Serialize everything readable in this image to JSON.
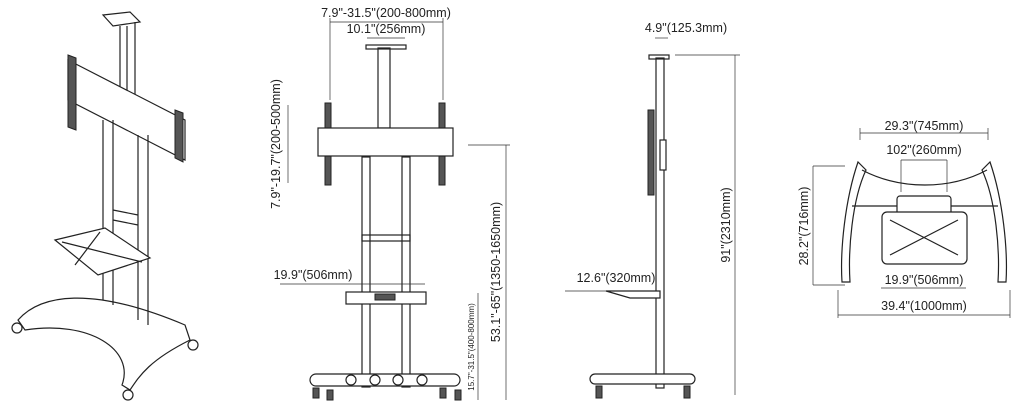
{
  "front_view": {
    "vesa_width": "7.9\"-31.5\"(200-800mm)",
    "bracket_width": "10.1\"(256mm)",
    "vesa_height": "7.9\"-19.7\"(200-500mm)",
    "shelf_width": "19.9\"(506mm)",
    "shelf_height": "15.7\"-31.5\"(400-800mm)",
    "mount_height": "53.1\"-65\"(1350-1650mm)"
  },
  "side_view": {
    "top_depth": "4.9\"(125.3mm)",
    "shelf_depth": "12.6\"(320mm)",
    "total_height": "91\"(2310mm)"
  },
  "top_view": {
    "arm_width": "29.3\"(745mm)",
    "bracket_width": "102\"(260mm)",
    "depth": "28.2\"(716mm)",
    "shelf_width": "19.9\"(506mm)",
    "base_width": "39.4\"(1000mm)"
  }
}
